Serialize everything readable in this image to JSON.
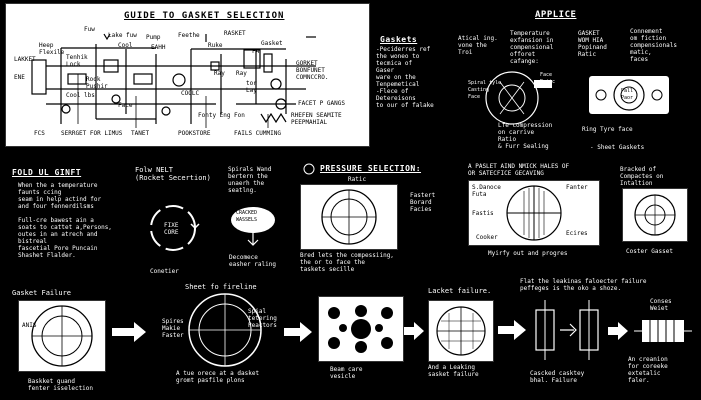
{
  "main_panel": {
    "title": "GUIDE TO GASKET SELECTION",
    "labels": {
      "flow": "Fuw",
      "lake_fill": "Lake fuw",
      "cool": "Cool",
      "pump": "Pump",
      "eahh": "EAHH",
      "feethe": "Feethe",
      "rasket": "RASKET",
      "ruke": "Ruke",
      "heep_flexile": "Heep\nFlexile",
      "lakket": "LAKKET",
      "eme": "ENE",
      "tenhik_lock": "Tenhik\nLock",
      "rook_pusher": "Rook\nPushir",
      "gasket": "Gasket",
      "fa": "FA",
      "ray": "Ray",
      "ray2": "Ray",
      "tor_lay": "tor\nLay",
      "gorket_bonfuner": "GORKET\nBONFUNET\nCOMNCCRO.",
      "cool_lbs": "Cool lbs",
      "face": "Face",
      "coolc": "COOLC",
      "fonty_eng": "Fonty Eng",
      "fon": "Fon",
      "facet_p_gangs": "FACET P GANGS",
      "rhefen_seamite": "RHEFEN SEAMITE\nPEEPMAHIAL",
      "fcs": "FCS",
      "serrget_for_limus": "SERRGET FOR LIMUS",
      "tanet": "TANET",
      "pookstore": "POOKSTORE",
      "fails_cumming": "FAILS CUMMING"
    }
  },
  "top_right": {
    "applice_title": "APPLICE",
    "gaskets_title": "Gaskets",
    "gaskets_text": "-Peciderres ref\n the woneo to\n tecmica of\n Gaser\n ware on the\n Tenpemetical\n-Flece of\n Detereisons\n to our of falake",
    "atical_text": "Atical ing.\nvone the\nTroi",
    "temperature_text": "Temperature\nexfansion in\ncompensional\nofforet\ncafange:",
    "gasket_wom_text": "GASKET\nWOM HIA\nPopinand\nRatic",
    "conment_text": "Connement\nom fiction\ncompensionals\nmatic,\nfaces",
    "spiral_label": "Spiral tyle\nCasting\nFace",
    "ring_label": "Ring Tyre face",
    "lfe_text": "Lfe compression\non carrive\nRatio\n& Furr Sealing",
    "sheet_gaskets": "- Sheet Gaskets",
    "face_inner": "Face\nRatic",
    "pall_inner": "Pall\nPaor"
  },
  "middle": {
    "fold_title": "FOLD UL GINFT",
    "fold_text": "When the a temperature\nfaunts ccing\nseam in help actind for\nand four fennerdilsms\n\nFull-cre bawest ain a\nsoats to cattet a,Persons,\noutes in an atrech and\nbistreal\nfascetial Pore Puncain\n  Shashet Flalder.",
    "folw_title": "Folw NELT\n(Rocket Secertion)",
    "fixe_core": "FIXE\nCORE",
    "conetier": "Conetier",
    "spirals_text": "Spirals Wand\nbertern the\nunaerh the\nseatlng.",
    "cracked": "CRACKED\nWASSELS",
    "decomece": "Decomece\neasher raling",
    "pressure_title": "PRESSURE SELECTION:",
    "ratic": "Ratic",
    "fastert_text": "Fastert\nBorard\nFacies",
    "bred_text": "Bred lets the compessiing,\nthe or to face the\ntaskets secille",
    "paslet_title": "A PASLET AIND NMICK HALES OF\nOR SATECFICE GECAVING",
    "s_danoce": "S.Danoce\nFuta",
    "fanter": "Fanter",
    "fastis": "Fastis",
    "cooker": "Cooker",
    "ecires": "Ecires",
    "myirfy": "Myirfy out and progres",
    "bracked_text": "Bracked of\nCompactes on\nIntaltion",
    "coster_gasset": "Coster Gasset"
  },
  "bottom": {
    "gasket_failure": "Gasket Failure",
    "sheet_for_fireline": "Sheet fo fireline",
    "lacket_failure": "Lacket failure.",
    "flat_text": "Flat the leakinas faloecter failure\npeffeges is the oko a shoze.",
    "anis": "ANIS",
    "baskket_text": "Baskket guand\nfenter isselection",
    "spires_text": "Spires\nMakie\nFaster",
    "spial_text": "Spial\ntetering\nPeactors",
    "tue_text": "A tue orece at a dasket\ngromt pasfile plons",
    "beam_text": "Beam care\nvesicle",
    "leaking_text": "And a Leaking\nsasket failure",
    "cascked_text": "Cascked casktey\nbhal. Failure",
    "conses_text": "Conses\nWeiet",
    "creation_text": "An creanion\nfor coreeke\nextetalic\nfaler."
  }
}
